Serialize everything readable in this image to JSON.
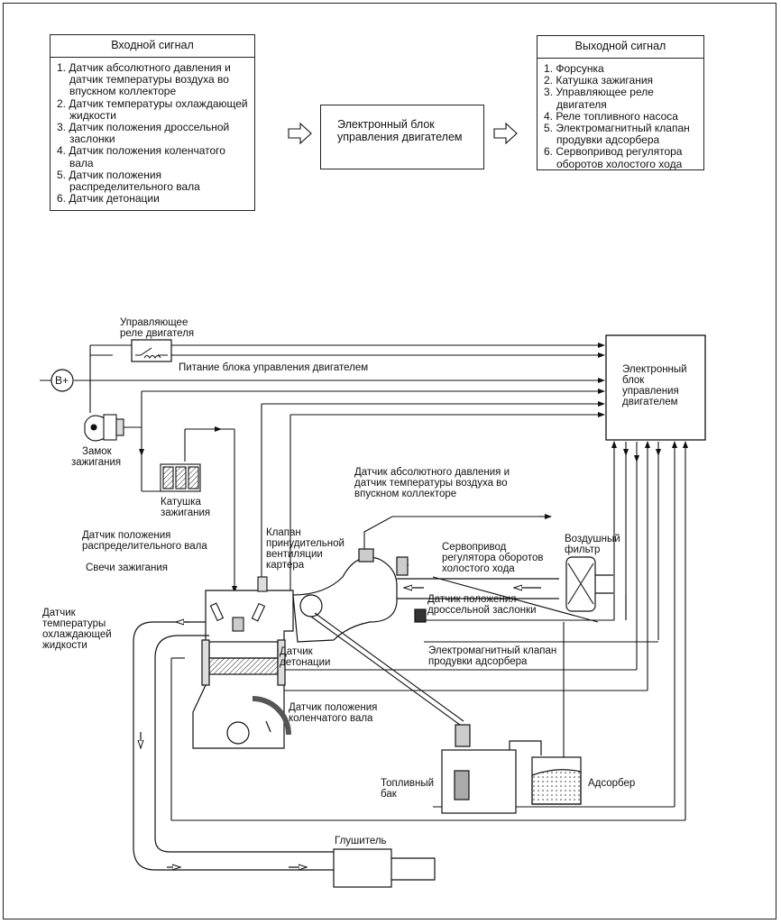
{
  "input_box": {
    "title": "Входной сигнал",
    "items": [
      "1. Датчик абсолютного давления и датчик температуры воздуха во впускном коллекторе",
      "2. Датчик температуры охлаждающей жидкости",
      "3. Датчик положения дроссельной заслонки",
      "4. Датчик положения коленчатого вала",
      "5. Датчик положения распределительного вала",
      "6. Датчик детонации"
    ]
  },
  "ecu_top": {
    "line1": "Электронный блок",
    "line2": "управления двигателем"
  },
  "output_box": {
    "title": "Выходной сигнал",
    "items": [
      "1. Форсунка",
      "2. Катушка зажигания",
      "3. Управляющее реле двигателя",
      "4. Реле топливного насоса",
      "5. Электромагнитный клапан продувки адсорбера",
      "6. Сервопривод регулятора оборотов холостого хода"
    ]
  },
  "labels": {
    "relay_1": "Управляющее",
    "relay_2": "реле двигателя",
    "ecu_power": "Питание блока управления двигателем",
    "b_plus": "B+",
    "ecu_1": "Электронный",
    "ecu_2": "блок",
    "ecu_3": "управления",
    "ecu_4": "двигателем",
    "ign_lock_1": "Замок",
    "ign_lock_2": "зажигания",
    "coil_1": "Катушка",
    "coil_2": "зажигания",
    "map_1": "Датчик абсолютного давления и",
    "map_2": "датчик температуры воздуха во",
    "map_3": "впускном коллекторе",
    "cam_1": "Датчик положения",
    "cam_2": "распределительного вала",
    "pcv_1": "Клапан",
    "pcv_2": "принудительной",
    "pcv_3": "вентиляции",
    "pcv_4": "картера",
    "plugs": "Свечи зажигания",
    "iac_1": "Сервопривод",
    "iac_2": "регулятора оборотов",
    "iac_3": "холостого хода",
    "air_1": "Воздушный",
    "air_2": "фильтр",
    "tps_1": "Датчик положения",
    "tps_2": "дроссельной заслонки",
    "ect_1": "Датчик",
    "ect_2": "температуры",
    "ect_3": "охлаждающей",
    "ect_4": "жидкости",
    "knock_1": "Датчик",
    "knock_2": "детонации",
    "purge_1": "Электромагнитный клапан",
    "purge_2": "продувки адсорбера",
    "ckp_1": "Датчик положения",
    "ckp_2": "коленчатого вала",
    "tank_1": "Топливный",
    "tank_2": "бак",
    "canister": "Адсорбер",
    "muffler": "Глушитель"
  }
}
